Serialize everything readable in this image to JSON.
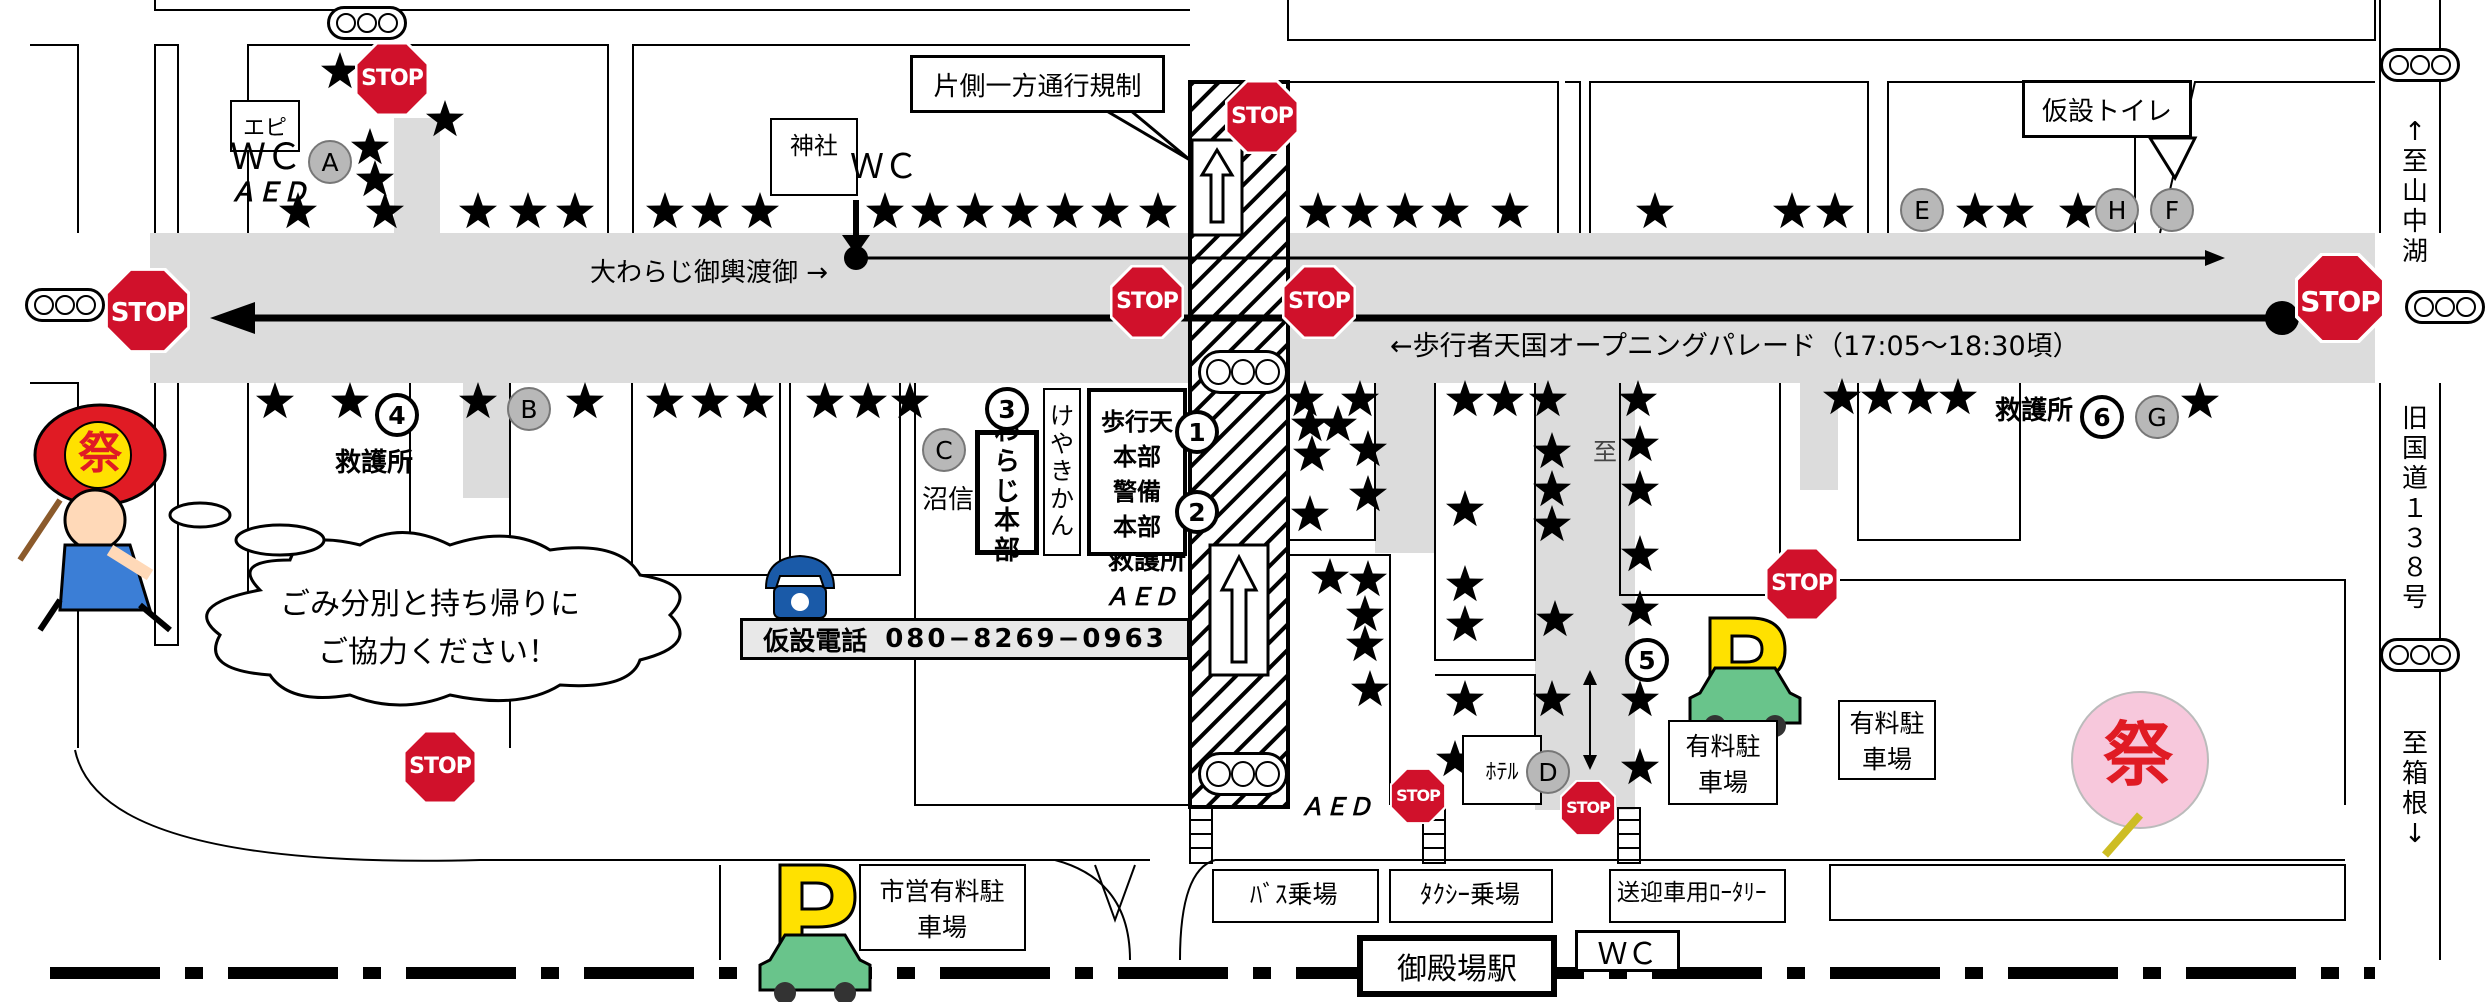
{
  "labels": {
    "oneway_callout": "片側一方通行規制",
    "toilet_callout": "仮設トイレ",
    "shrine": "神社",
    "wc": "ＷＣ",
    "epi": "エピ",
    "aed": "ＡＥＤ",
    "mikoshi_route": "大わらじ御輿渡御 →",
    "parade": "←歩行者天国オープニングパレード（17:05～18:30頃）",
    "first_aid": "救護所",
    "numazu_shinkin": "沼信",
    "waraji_hq": "わらじ本部",
    "keyakikan": "けやきかん",
    "hq_col1": "歩行天",
    "hq_col2": "本部",
    "hq_col3": "警備",
    "hq_col4": "本部",
    "phone_label": "仮設電話",
    "phone_number": "080−8269−0963",
    "garbage_line1": "ごみ分別と持ち帰りに",
    "garbage_line2": "ご協力ください！",
    "to_marker": "至",
    "hotel": "ﾎﾃﾙ",
    "paid_parking": "有料駐車場",
    "city_parking": "市営有料駐車場",
    "bus_stop": "ﾊﾞｽ乗場",
    "taxi_stop": "ﾀｸｼｰ乗場",
    "pickup_rotary": "送迎車用ﾛｰﾀﾘｰ",
    "station": "御殿場駅",
    "to_yamanakako": "↑至山中湖",
    "old_route": "旧国道１３８号",
    "to_hakone": "至箱根↓",
    "stop": "STOP",
    "matsuri": "祭",
    "parking_p": "P"
  },
  "markers": {
    "letters": [
      "A",
      "B",
      "C",
      "D",
      "E",
      "F",
      "G",
      "H"
    ],
    "numbers": [
      "1",
      "2",
      "3",
      "4",
      "5",
      "6"
    ]
  },
  "colors": {
    "road": "#dcdcdc",
    "stop_sign": "#d0112b",
    "parking_p": "#ffe100",
    "car": "#69c48b",
    "marker_gray": "#b8b8b8",
    "phone_blue": "#1a5aa8"
  },
  "icons": [
    "stop-sign-icon",
    "traffic-signal-icon",
    "star-icon",
    "phone-icon",
    "parking-icon",
    "car-icon",
    "matsuri-fan-icon",
    "up-arrow-icon"
  ]
}
